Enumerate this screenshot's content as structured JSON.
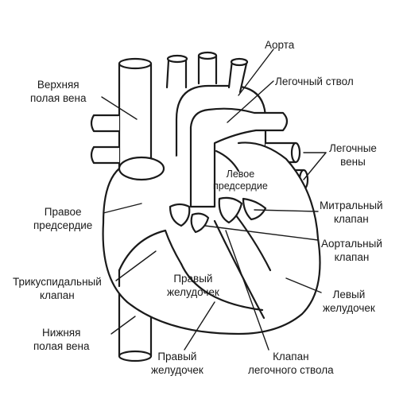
{
  "labels": {
    "aorta": [
      "Аорта"
    ],
    "pulmonary_trunk": [
      "Легочный ствол"
    ],
    "superior_vena_cava": [
      "Верхняя",
      "полая вена"
    ],
    "pulmonary_veins": [
      "Легочные",
      "вены"
    ],
    "left_atrium": [
      "Левое",
      "предсердие"
    ],
    "right_atrium": [
      "Правое",
      "предсердие"
    ],
    "mitral_valve": [
      "Митральный",
      "клапан"
    ],
    "aortic_valve": [
      "Аортальный",
      "клапан"
    ],
    "tricuspid_valve": [
      "Трикуспидальный",
      "клапан"
    ],
    "right_ventricle_inner": [
      "Правый",
      "желудочек"
    ],
    "left_ventricle": [
      "Левый",
      "желудочек"
    ],
    "inferior_vena_cava": [
      "Нижняя",
      "полая вена"
    ],
    "right_ventricle_bottom": [
      "Правый",
      "желудочек"
    ],
    "pulmonary_valve": [
      "Клапан",
      "легочного ствола"
    ]
  },
  "colors": {
    "stroke": "#1a1a1a",
    "background": "#ffffff"
  }
}
